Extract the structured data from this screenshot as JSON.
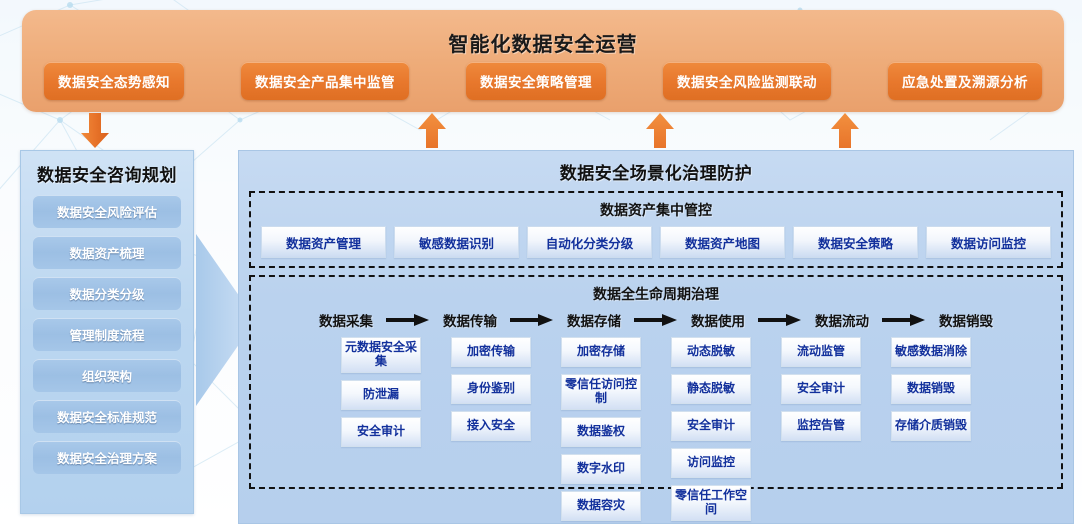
{
  "background": {
    "accent_orange": "#e8782d",
    "bar_orange": "#eeab78",
    "panel_blue": "#bad2ee",
    "text_blue": "#12309c"
  },
  "ops": {
    "title": "智能化数据安全运营",
    "buttons": [
      {
        "label": "数据安全态势感知"
      },
      {
        "label": "数据安全产品集中监管"
      },
      {
        "label": "数据安全策略管理"
      },
      {
        "label": "数据安全风险监测联动"
      },
      {
        "label": "应急处置及溯源分析"
      }
    ]
  },
  "consulting": {
    "title": "数据安全咨询规划",
    "items": [
      {
        "label": "数据安全风险评估"
      },
      {
        "label": "数据资产梳理"
      },
      {
        "label": "数据分类分级"
      },
      {
        "label": "管理制度流程"
      },
      {
        "label": "组织架构"
      },
      {
        "label": "数据安全标准规范"
      },
      {
        "label": "数据安全治理方案"
      }
    ]
  },
  "scene": {
    "title": "数据安全场景化治理防护",
    "asset_section": {
      "title": "数据资产集中管控",
      "items": [
        {
          "label": "数据资产管理"
        },
        {
          "label": "敏感数据识别"
        },
        {
          "label": "自动化分类分级"
        },
        {
          "label": "数据资产地图"
        },
        {
          "label": "数据安全策略"
        },
        {
          "label": "数据访问监控"
        }
      ]
    },
    "lifecycle_section": {
      "title": "数据全生命周期治理",
      "stages": [
        {
          "label": "数据采集",
          "items": [
            {
              "label": "元数据安全采集"
            },
            {
              "label": "防泄漏"
            },
            {
              "label": "安全审计"
            }
          ]
        },
        {
          "label": "数据传输",
          "items": [
            {
              "label": "加密传输"
            },
            {
              "label": "身份鉴别"
            },
            {
              "label": "接入安全"
            }
          ]
        },
        {
          "label": "数据存储",
          "items": [
            {
              "label": "加密存储"
            },
            {
              "label": "零信任访问控制"
            },
            {
              "label": "数据鉴权"
            },
            {
              "label": "数字水印"
            },
            {
              "label": "数据容灾"
            }
          ]
        },
        {
          "label": "数据使用",
          "items": [
            {
              "label": "动态脱敏"
            },
            {
              "label": "静态脱敏"
            },
            {
              "label": "安全审计"
            },
            {
              "label": "访问监控"
            },
            {
              "label": "零信任工作空间"
            }
          ]
        },
        {
          "label": "数据流动",
          "items": [
            {
              "label": "流动监管"
            },
            {
              "label": "安全审计"
            },
            {
              "label": "监控告管"
            }
          ]
        },
        {
          "label": "数据销毁",
          "items": [
            {
              "label": "敏感数据消除"
            },
            {
              "label": "数据销毁"
            },
            {
              "label": "存储介质销毁"
            }
          ]
        }
      ]
    }
  }
}
